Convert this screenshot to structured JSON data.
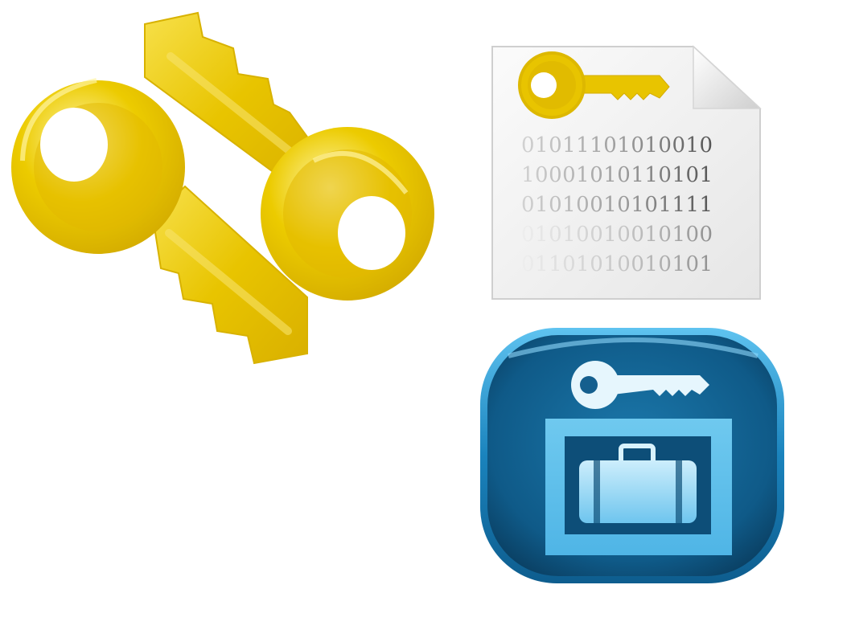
{
  "icons": {
    "keys": "two-golden-keys-icon",
    "certificate": "key-certificate-document-icon",
    "locker": "luggage-locker-key-button-icon"
  },
  "certificate": {
    "binary_lines": [
      "01011101010010",
      "10001010110101",
      "01010010101111",
      "01010010010100",
      "01101010010101"
    ]
  },
  "colors": {
    "gold": "#e8c400",
    "gold_light": "#f5e04a",
    "blue": "#1a6fa0",
    "blue_dark": "#0c4a72",
    "paper": "#f3f3f3"
  }
}
